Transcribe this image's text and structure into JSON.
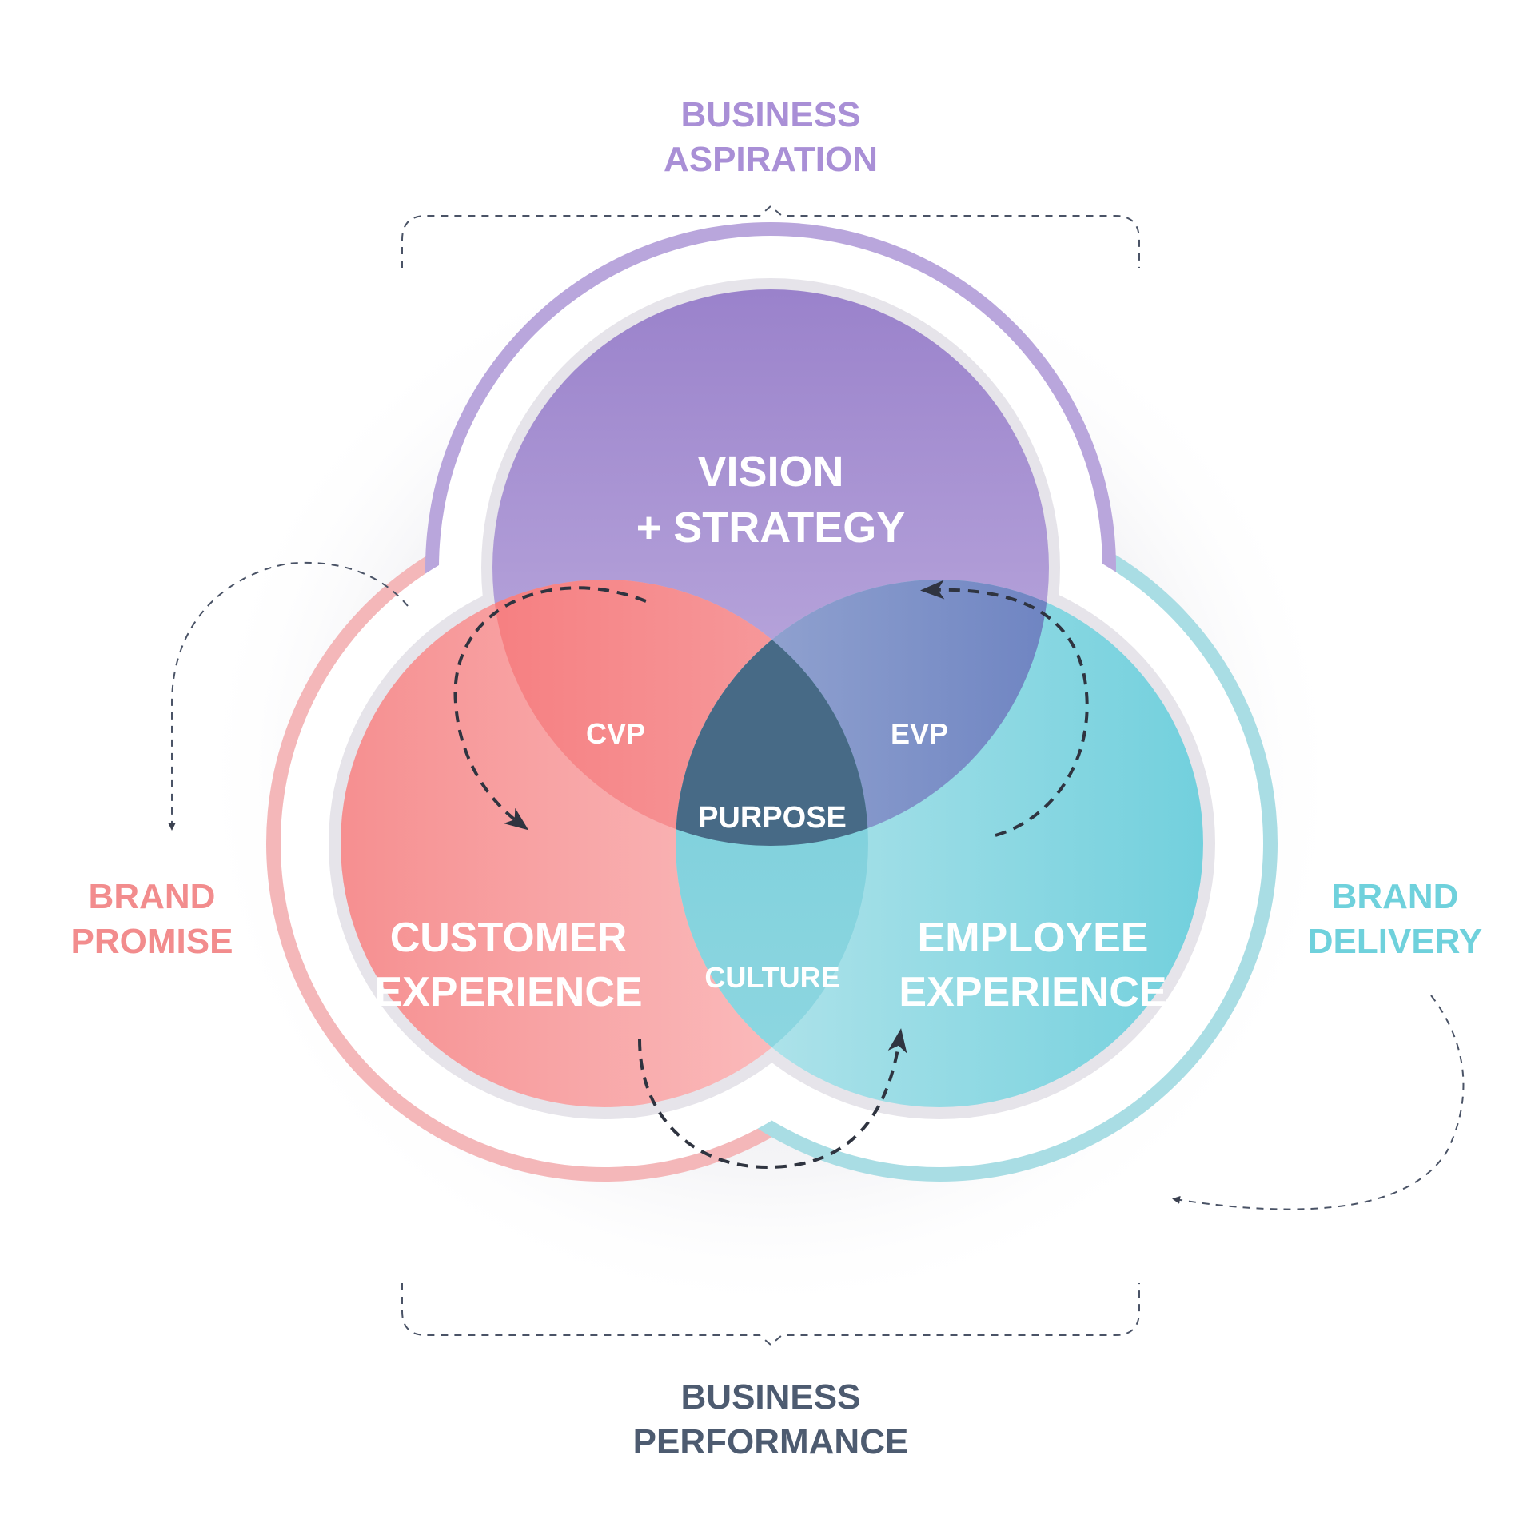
{
  "labels": {
    "top_line1": "BUSINESS",
    "top_line2": "ASPIRATION",
    "bottom_line1": "BUSINESS",
    "bottom_line2": "PERFORMANCE",
    "left_line1": "BRAND",
    "left_line2": "PROMISE",
    "right_line1": "BRAND",
    "right_line2": "DELIVERY"
  },
  "circles": {
    "vision_line1": "VISION",
    "vision_line2": "+ STRATEGY",
    "customer_line1": "CUSTOMER",
    "customer_line2": "EXPERIENCE",
    "employee_line1": "EMPLOYEE",
    "employee_line2": "EXPERIENCE"
  },
  "overlaps": {
    "cvp": "CVP",
    "evp": "EVP",
    "culture": "CULTURE",
    "purpose": "PURPOSE"
  },
  "colors": {
    "purple": "#9d86cc",
    "pink": "#f49a9a",
    "teal": "#7fd3de",
    "purpose": "#476a86",
    "navy_text": "#4d5b70"
  }
}
